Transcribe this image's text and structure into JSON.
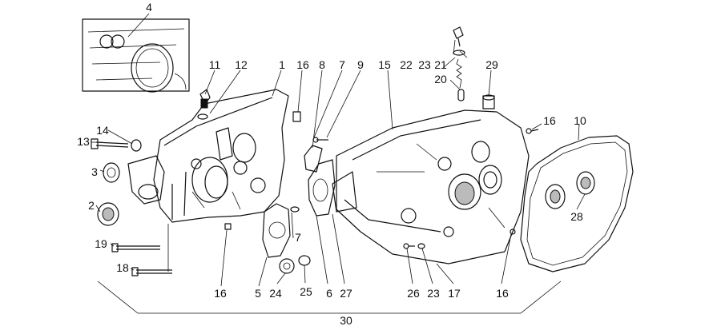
{
  "callouts": {
    "c1": "1",
    "c2": "2",
    "c3": "3",
    "c4": "4",
    "c5": "5",
    "c6": "6",
    "c7a": "7",
    "c7b": "7",
    "c8": "8",
    "c9": "9",
    "c10": "10",
    "c11": "11",
    "c12": "12",
    "c13": "13",
    "c14": "14",
    "c15": "15",
    "c16a": "16",
    "c16b": "16",
    "c16c": "16",
    "c16d": "16",
    "c17": "17",
    "c18": "18",
    "c19": "19",
    "c20": "20",
    "c21": "21",
    "c22": "22",
    "c23a": "23",
    "c23b": "23",
    "c24": "24",
    "c25": "25",
    "c26": "26",
    "c27": "27",
    "c28": "28",
    "c29": "29",
    "c30": "30"
  }
}
